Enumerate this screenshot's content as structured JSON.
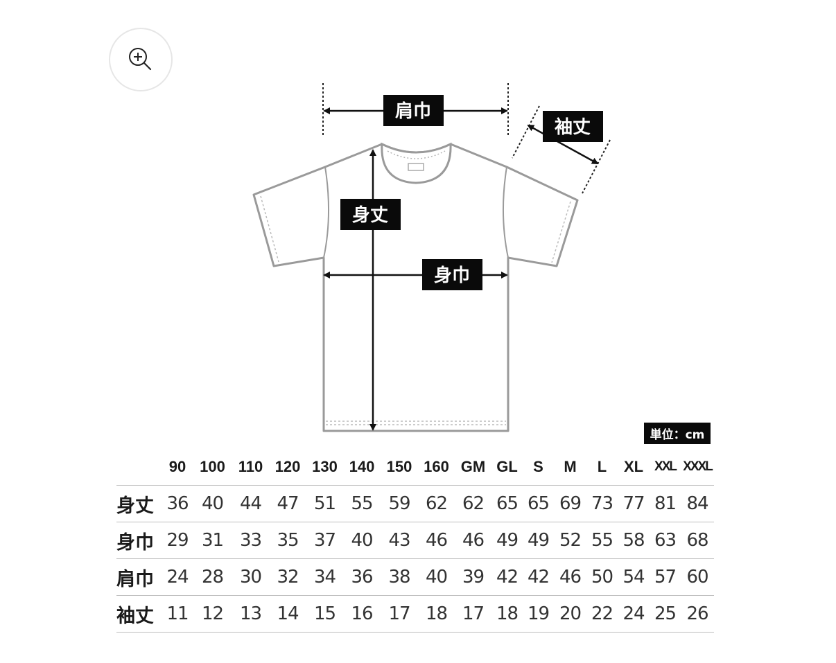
{
  "diagram": {
    "labels": {
      "shoulder": "肩巾",
      "sleeve": "袖丈",
      "length": "身丈",
      "width": "身巾"
    }
  },
  "unit_label": "単位：cm",
  "table": {
    "sizes": [
      "90",
      "100",
      "110",
      "120",
      "130",
      "140",
      "150",
      "160",
      "GM",
      "GL",
      "S",
      "M",
      "L",
      "XL",
      "XXL",
      "XXXL"
    ],
    "rows": [
      {
        "label": "身丈",
        "values": [
          "36",
          "40",
          "44",
          "47",
          "51",
          "55",
          "59",
          "62",
          "62",
          "65",
          "65",
          "69",
          "73",
          "77",
          "81",
          "84"
        ]
      },
      {
        "label": "身巾",
        "values": [
          "29",
          "31",
          "33",
          "35",
          "37",
          "40",
          "43",
          "46",
          "46",
          "49",
          "49",
          "52",
          "55",
          "58",
          "63",
          "68"
        ]
      },
      {
        "label": "肩巾",
        "values": [
          "24",
          "28",
          "30",
          "32",
          "34",
          "36",
          "38",
          "40",
          "39",
          "42",
          "42",
          "46",
          "50",
          "54",
          "57",
          "60"
        ]
      },
      {
        "label": "袖丈",
        "values": [
          "11",
          "12",
          "13",
          "14",
          "15",
          "16",
          "17",
          "18",
          "17",
          "18",
          "19",
          "20",
          "22",
          "24",
          "25",
          "26"
        ]
      }
    ]
  },
  "icons": {
    "zoom": "zoom-in-icon"
  },
  "colors": {
    "tag_background": "#0a0a0a",
    "shirt_outline": "#9a9a9a",
    "row_divider": "#bdbdbd"
  }
}
